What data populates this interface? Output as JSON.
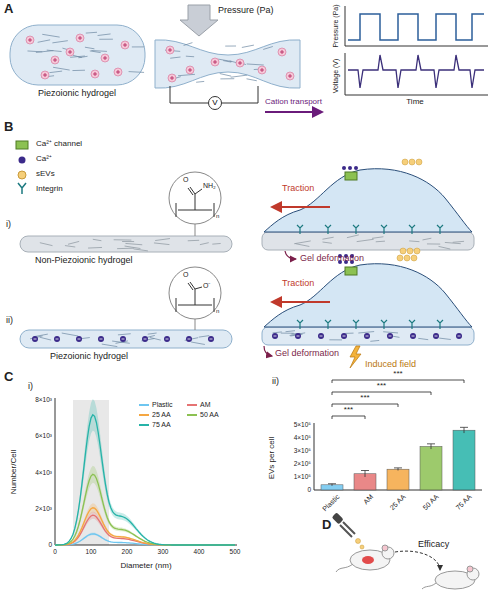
{
  "diagram": {
    "nodes": [
      {
        "text": [
          "V"
        ]
      }
    ],
    "labels": [
      "A",
      "Pressure (Pa)",
      "Piezoionic hydrogel",
      "Cation transport",
      "Pressure (Pa)",
      "Voltage (V)",
      "Time",
      "B",
      "i)",
      "O",
      "NH₂",
      "n",
      "Non-Piezoionic hydrogel",
      "Traction",
      "Gel deformation",
      "ii)",
      "O",
      "O⁻",
      "n",
      "Piezoionic hydrogel",
      "Traction",
      "Gel deformation",
      "Induced field",
      "C",
      "i)",
      "Number/Cell",
      "Diameter (nm)",
      "8×10³",
      "6×10³",
      "4×10³",
      "2×10³",
      "0",
      "0",
      "100",
      "200",
      "300",
      "400",
      "500",
      "ii)",
      "EVs per cell",
      "5×10⁵",
      "4×10⁵",
      "3×10⁵",
      "2×10⁵",
      "1×10⁵",
      "0",
      "Plastic",
      "AM",
      "25 AA",
      "50 AA",
      "75 AA",
      "***",
      "***",
      "***",
      "***",
      "D",
      "Efficacy"
    ],
    "legend": [
      {
        "text": "Ca²⁺ channel"
      },
      {
        "text": "Ca²⁺"
      },
      {
        "text": "sEVs"
      },
      {
        "text": "Integrin"
      },
      {
        "text": "Plastic"
      },
      {
        "text": "AM"
      },
      {
        "text": "25 AA"
      },
      {
        "text": "50 AA"
      },
      {
        "text": "75 AA"
      }
    ]
  }
}
